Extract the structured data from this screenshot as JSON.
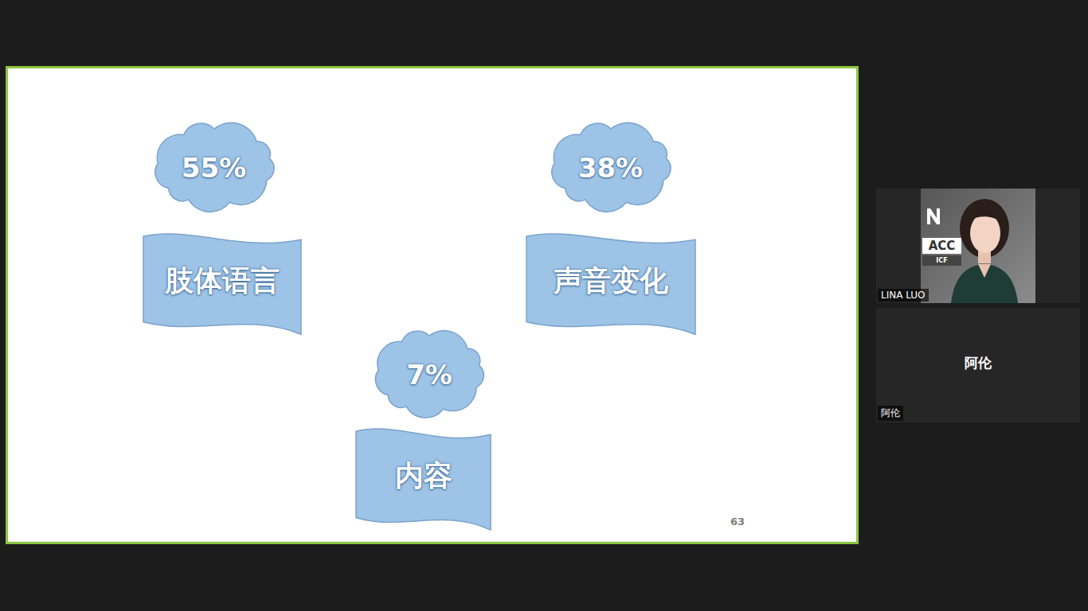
{
  "diagram": {
    "nodes": [
      {
        "text": [
          "55%"
        ]
      },
      {
        "text": [
          "肢体语言"
        ]
      },
      {
        "text": [
          "38%"
        ]
      },
      {
        "text": [
          "声音变化"
        ]
      },
      {
        "text": [
          "7%"
        ]
      },
      {
        "text": [
          "内容"
        ]
      },
      {
        "text": [
          "LINA LUO"
        ]
      },
      {
        "text": [
          "阿伦",
          "阿伦"
        ]
      }
    ],
    "labels": [
      "63",
      "ACC",
      "ICF"
    ]
  }
}
